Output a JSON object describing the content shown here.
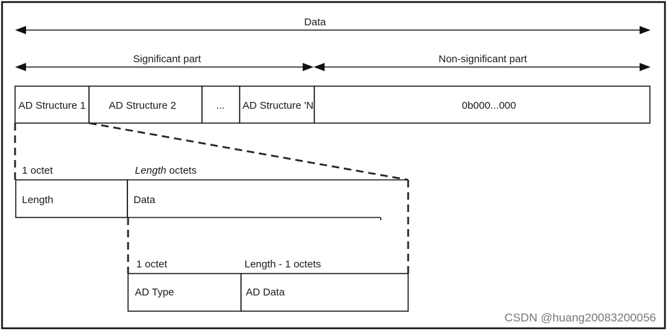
{
  "top": {
    "data_label": "Data",
    "significant_label": "Significant part",
    "non_significant_label": "Non-significant part"
  },
  "ad_row": {
    "cells": [
      "AD Structure 1",
      "AD Structure 2",
      "...",
      "AD Structure 'N",
      "0b000...000"
    ]
  },
  "structure_row": {
    "length_header": "1 octet",
    "data_header_em": "Length",
    "data_header_rest": " octets",
    "length_cell": "Length",
    "data_cell": "Data"
  },
  "data_row": {
    "type_header": "1 octet",
    "ad_data_header": "Length - 1 octets",
    "type_cell": "AD Type",
    "ad_data_cell": "AD Data"
  },
  "watermark": "CSDN @huang20083200056"
}
